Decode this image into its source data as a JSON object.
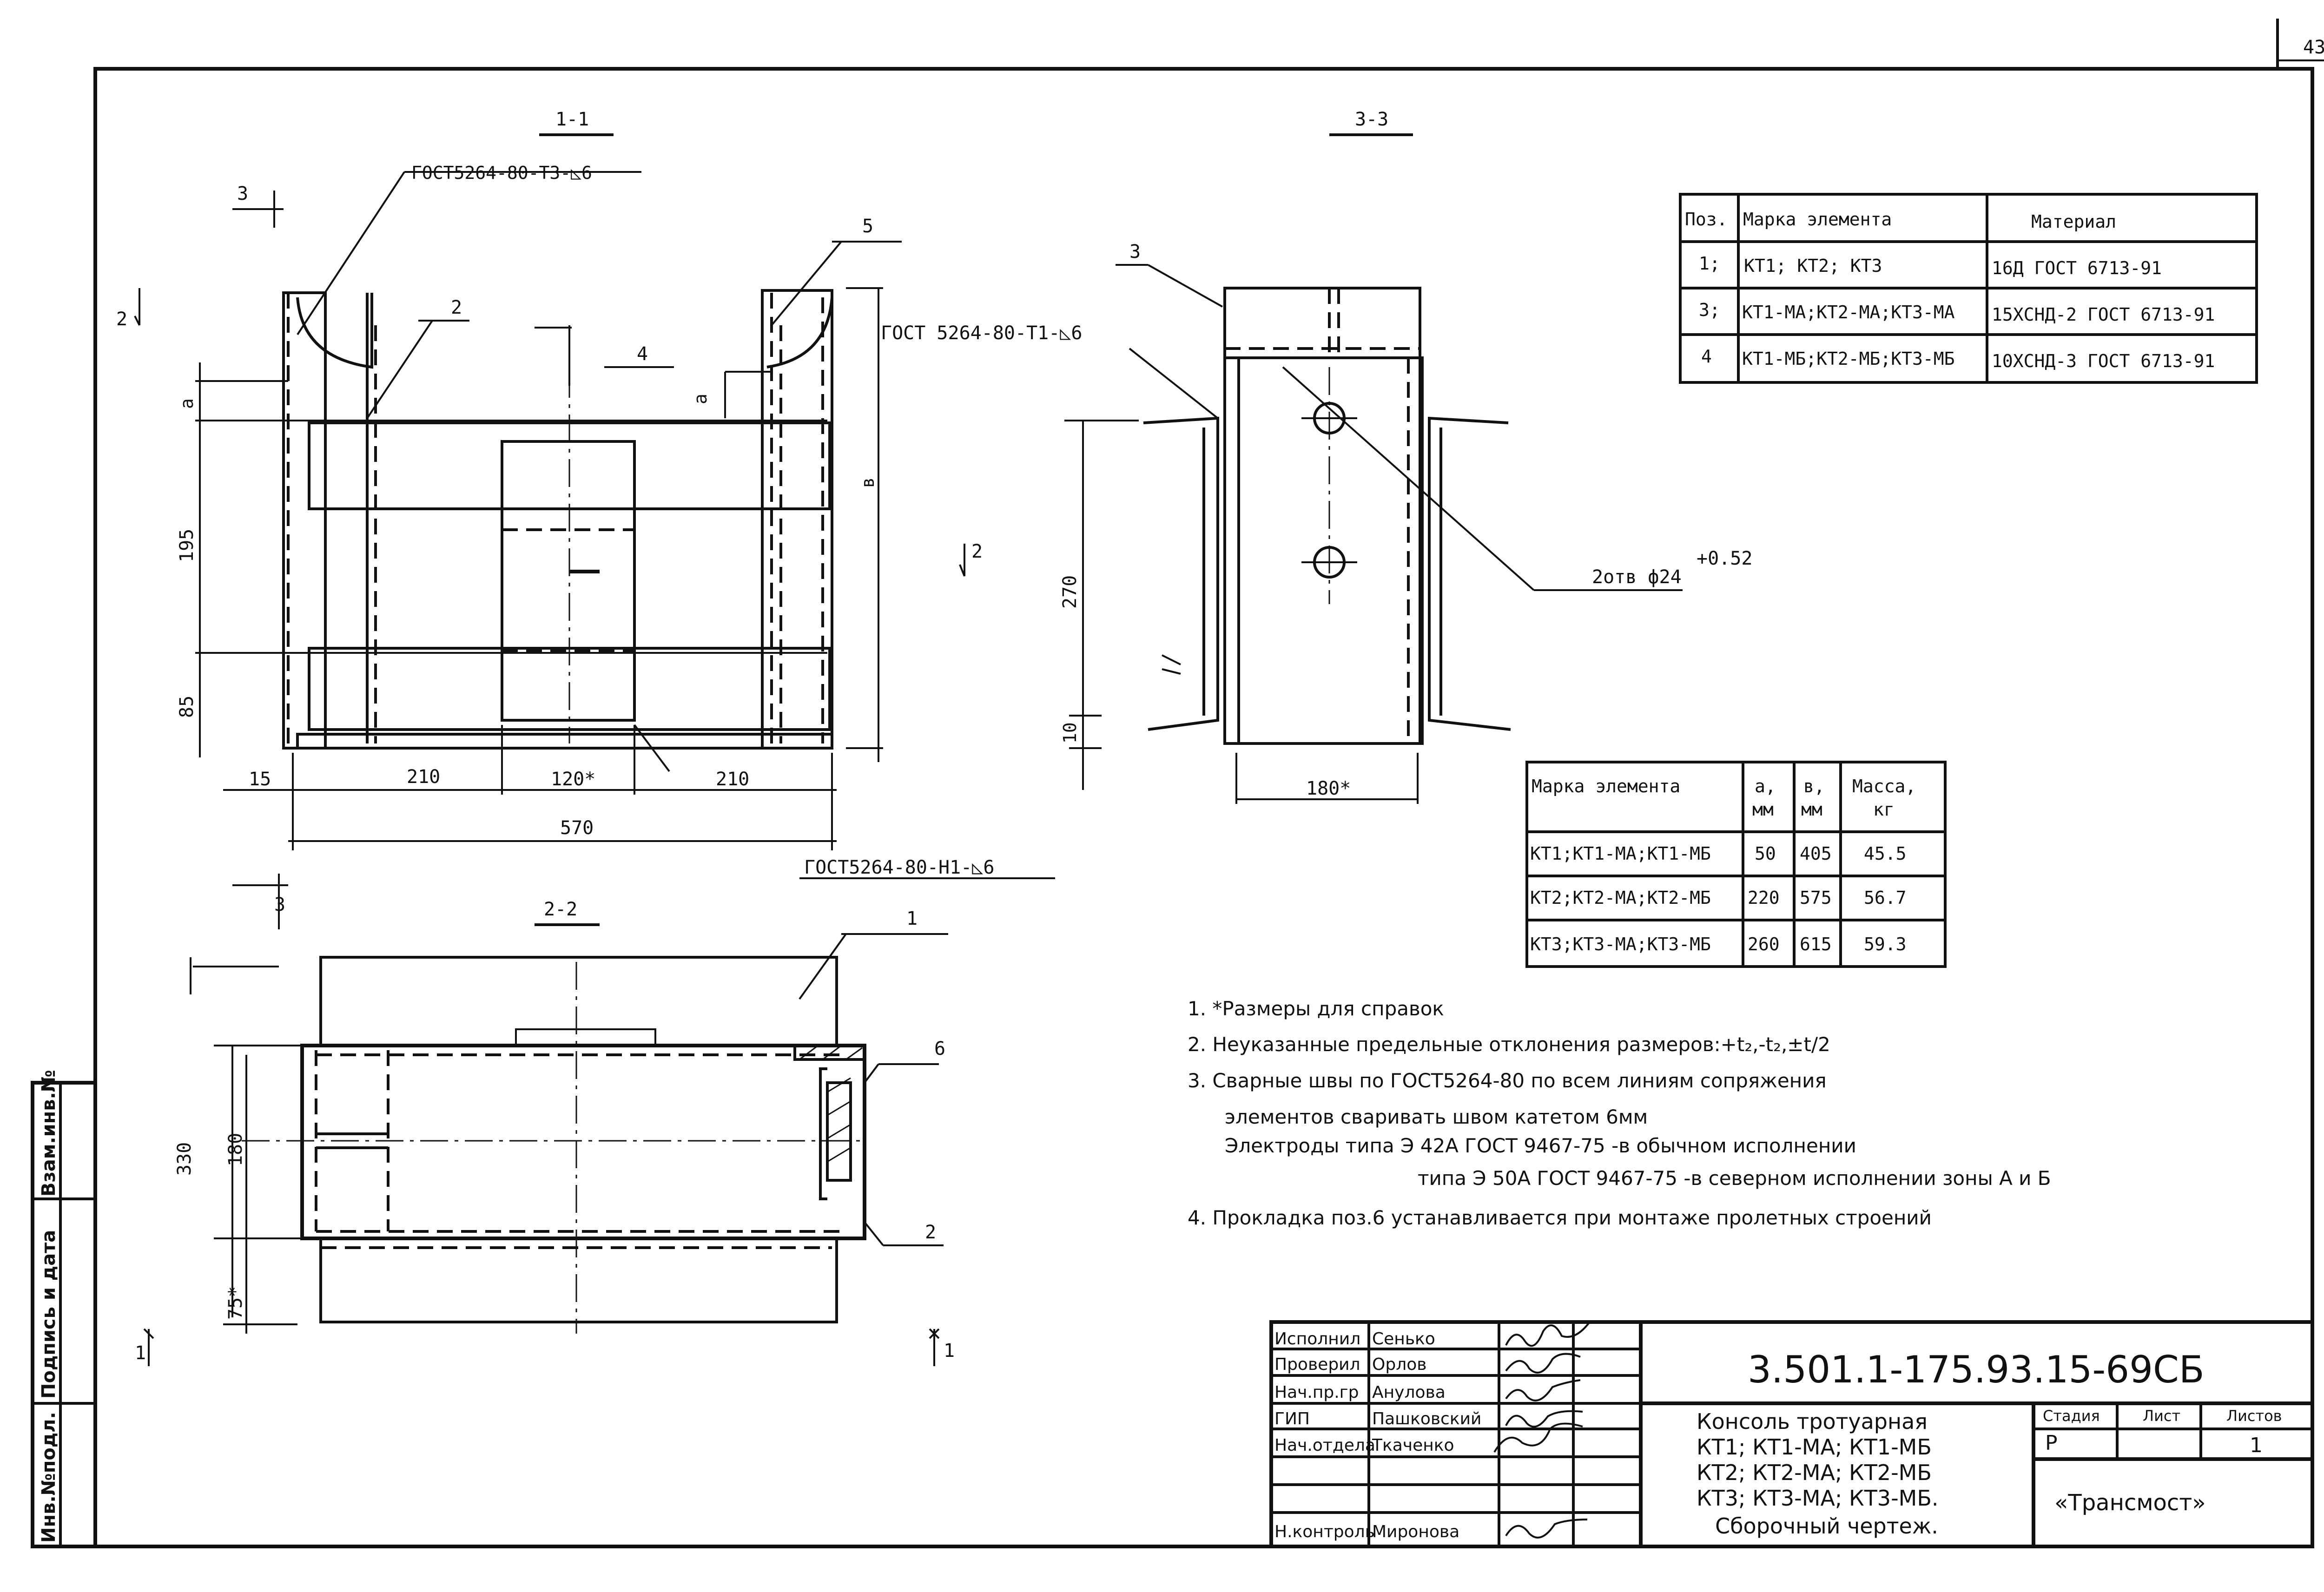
{
  "sheet_number": "43",
  "sections": {
    "s11": "1-1",
    "s22": "2-2",
    "s33": "3-3"
  },
  "section_marks": {
    "m3": "3",
    "m2": "2",
    "m1": "1"
  },
  "weld_labels": {
    "t3": "ГОСТ5264-80-Т3-◺6",
    "t1": "ГОСТ 5264-80-Т1-◺6",
    "n1": "ГОСТ5264-80-Н1-◺6"
  },
  "positions": {
    "p1": "1",
    "p2": "2",
    "p3": "3",
    "p4": "4",
    "p5": "5",
    "p6": "6"
  },
  "dims_11": {
    "a": "а",
    "v": "в",
    "d195": "195",
    "d85": "85",
    "d15": "15",
    "d210a": "210",
    "d120": "120*",
    "d210b": "210",
    "d570": "570"
  },
  "dims_33": {
    "d270": "270",
    "d10": "10",
    "d180": "180*",
    "holes": "2отв ф24",
    "tol": "+0.52"
  },
  "dims_22": {
    "d330": "330",
    "d180": "180",
    "d75": "75*"
  },
  "material_table": {
    "headers": [
      "Поз.",
      "Марка элемента",
      "Материал"
    ],
    "rows": [
      [
        "1;",
        "КТ1; КТ2; КТ3",
        "16Д ГОСТ 6713-91"
      ],
      [
        "3;",
        "КТ1-МА;КТ2-МА;КТ3-МА",
        "15ХСНД-2 ГОСТ 6713-91"
      ],
      [
        "4",
        "КТ1-МБ;КТ2-МБ;КТ3-МБ",
        "10ХСНД-3 ГОСТ 6713-91"
      ]
    ]
  },
  "mass_table": {
    "headers": [
      "Марка элемента",
      "а,",
      "в,",
      "Масса,"
    ],
    "units": [
      "мм",
      "мм",
      "кг"
    ],
    "rows": [
      [
        "КТ1;КТ1-МА;КТ1-МБ",
        "50",
        "405",
        "45.5"
      ],
      [
        "КТ2;КТ2-МА;КТ2-МБ",
        "220",
        "575",
        "56.7"
      ],
      [
        "КТ3;КТ3-МА;КТ3-МБ",
        "260",
        "615",
        "59.3"
      ]
    ]
  },
  "notes": [
    "1. *Размеры для справок",
    "2. Неуказанные предельные отклонения размеров:+t₂,-t₂,±t/2",
    "3. Сварные швы по ГОСТ5264-80 по всем линиям сопряжения",
    "элементов сваривать швом катетом 6мм",
    "Электроды типа Э 42А ГОСТ 9467-75 -в обычном исполнении",
    "типа Э 50А ГОСТ 9467-75 -в северном исполнении зоны А и Б",
    "4. Прокладка поз.6 устанавливается при монтаже пролетных строений"
  ],
  "side_stamp": [
    "Инв.№подл.",
    "Подпись и дата",
    "Взам.инв.№"
  ],
  "title_block": {
    "roles": [
      "Исполнил",
      "Проверил",
      "Нач.пр.гр",
      "ГИП",
      "Нач.отдела",
      "",
      "",
      "Н.контроль"
    ],
    "names": [
      "Сенько",
      "Орлов",
      "Ануловa",
      "Пашковский",
      "Ткаченко",
      "",
      "",
      "Миронова"
    ],
    "code": "3.501.1-175.93.15-69СБ",
    "title_lines": [
      "Консоль тротуарная",
      "КТ1; КТ1-МА; КТ1-МБ",
      "КТ2; КТ2-МА; КТ2-МБ",
      "КТ3; КТ3-МА; КТ3-МБ.",
      "Сборочный чертеж."
    ],
    "stage_label": "Стадия",
    "sheet_label": "Лист",
    "sheets_label": "Листов",
    "stage": "Р",
    "sheet": "",
    "sheets": "1",
    "org": "«Трансмост»"
  }
}
